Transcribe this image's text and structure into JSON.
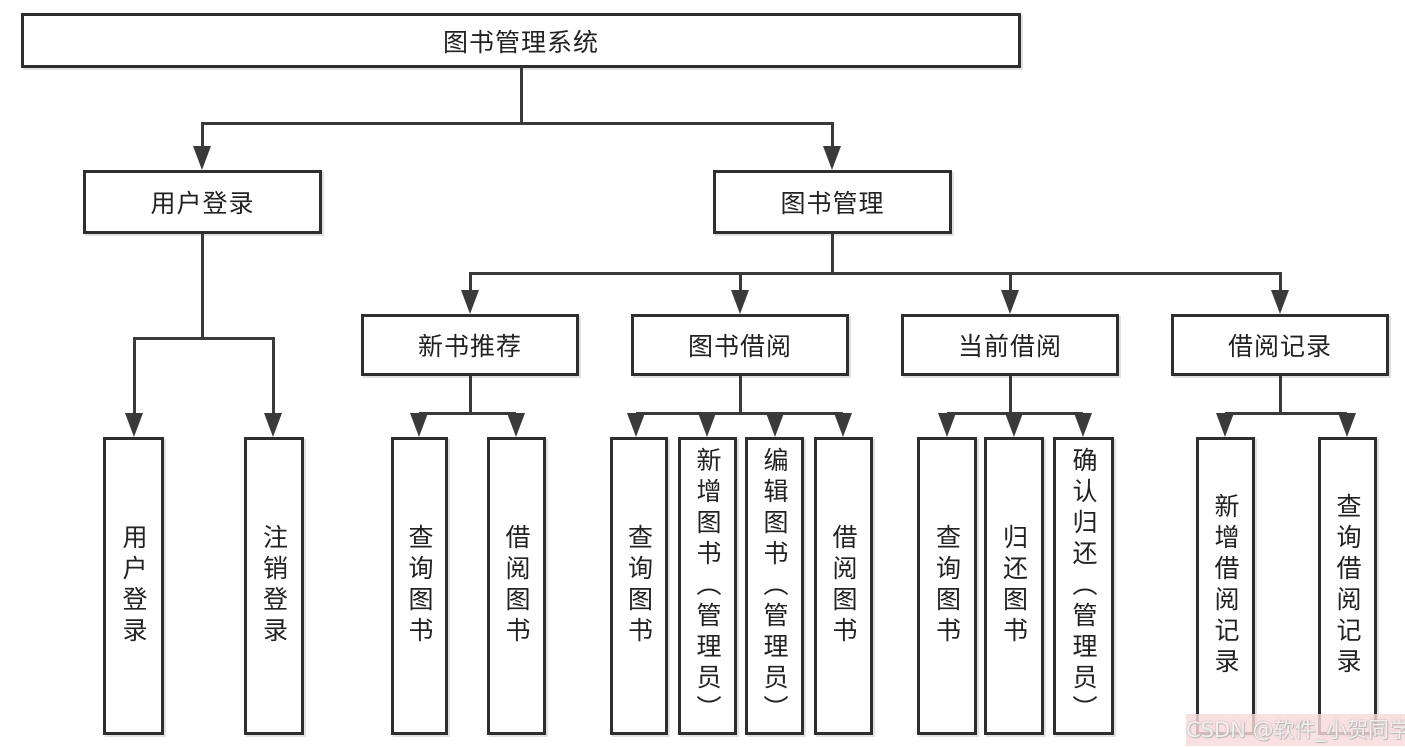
{
  "tree": {
    "label": "图书管理系统",
    "children": [
      {
        "label": "用户登录",
        "children": [
          {
            "label": "用户登录"
          },
          {
            "label": "注销登录"
          }
        ]
      },
      {
        "label": "图书管理",
        "children": [
          {
            "label": "新书推荐",
            "children": [
              {
                "label": "查询图书"
              },
              {
                "label": "借阅图书"
              }
            ]
          },
          {
            "label": "图书借阅",
            "children": [
              {
                "label": "查询图书"
              },
              {
                "label": "新增图书（管理员）"
              },
              {
                "label": "编辑图书（管理员）"
              },
              {
                "label": "借阅图书"
              }
            ]
          },
          {
            "label": "当前借阅",
            "children": [
              {
                "label": "查询图书"
              },
              {
                "label": "归还图书"
              },
              {
                "label": "确认归还（管理员）"
              }
            ]
          },
          {
            "label": "借阅记录",
            "children": [
              {
                "label": "新增借阅记录"
              },
              {
                "label": "查询借阅记录"
              }
            ]
          }
        ]
      }
    ]
  },
  "watermark": {
    "text": "CSDN @软件_小贺同学"
  },
  "colors": {
    "box_border": "#2e2e2e",
    "connector_line": "#3a3a3a",
    "text": "#222222",
    "background": "#ffffff",
    "watermark_background": "#f8dbdb",
    "watermark_text": "#f4efef"
  }
}
